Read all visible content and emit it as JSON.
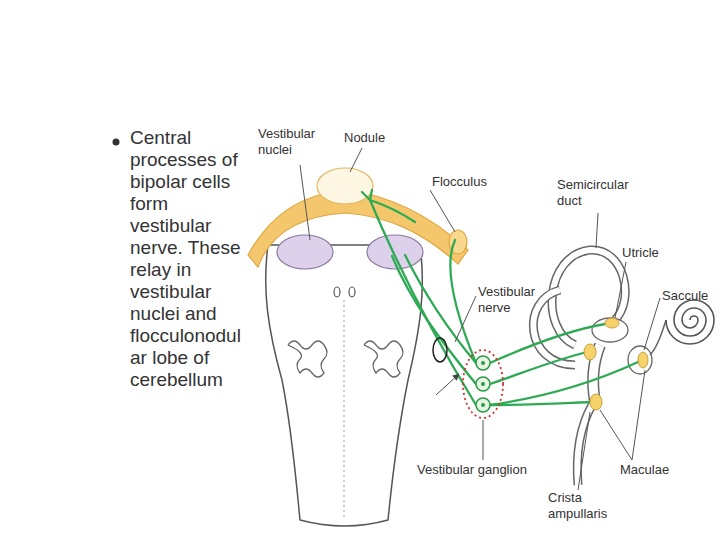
{
  "diagram": {
    "labels": [
      "Central processes of bipolar cells form vestibular nerve. These relay in vestibular nuclei and flocculonodular lobe of cerebellum",
      "Vestibular nuclei",
      "Nodule",
      "Flocculus",
      "Semicircular duct",
      "Utricle",
      "Saccule",
      "Vestibular nerve",
      "Vestibular ganglion",
      "Maculae",
      "Crista ampullaris"
    ]
  }
}
